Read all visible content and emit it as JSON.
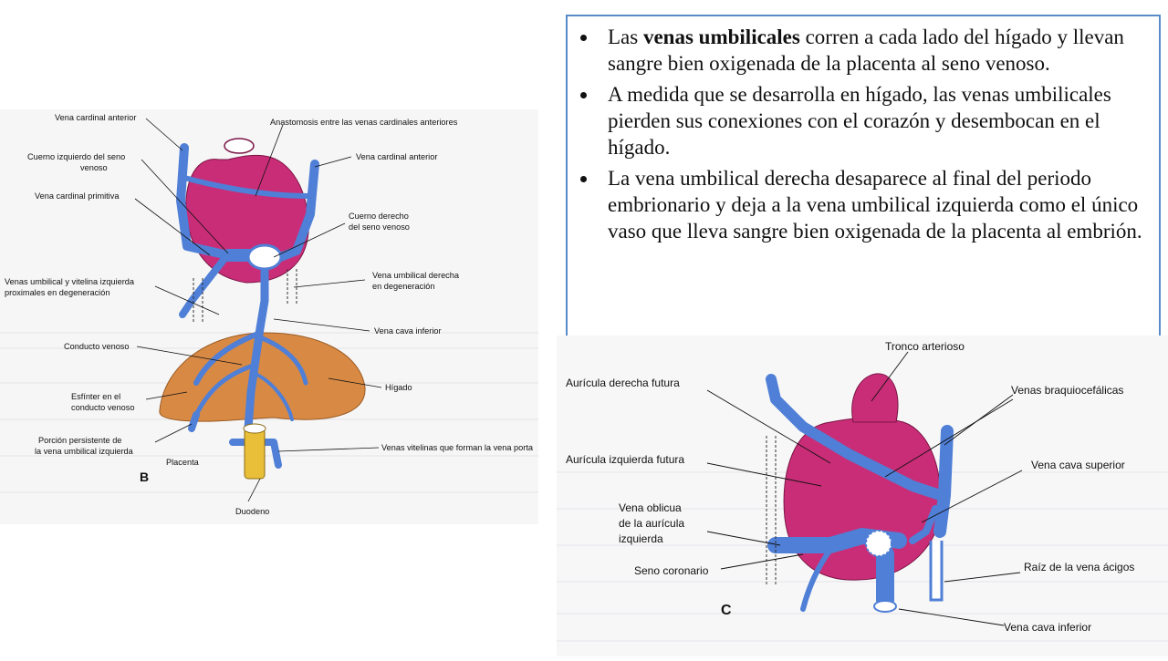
{
  "bullets": [
    {
      "before": "Las ",
      "bold": "venas umbilicales",
      "after": " corren a cada lado del hígado y llevan sangre bien oxigenada de la placenta al seno venoso."
    },
    {
      "before": "A medida que se desarrolla en hígado, las venas umbilicales pierden sus conexiones con el corazón y desembocan en el hígado.",
      "bold": "",
      "after": ""
    },
    {
      "before": "La vena umbilical derecha desaparece al final del periodo embrionario y deja a la vena umbilical izquierda como el único vaso que lleva sangre bien oxigenada de la placenta al embrión.",
      "bold": "",
      "after": ""
    }
  ],
  "figure_b": {
    "panel_letter": "B",
    "labels": {
      "vena_cardinal_anterior_left": "Vena cardinal anterior",
      "anastomosis": "Anastomosis entre las venas cardinales anteriores",
      "cuerno_izquierdo_1": "Cuerno izquierdo del seno",
      "cuerno_izquierdo_2": "venoso",
      "vena_cardinal_anterior_right": "Vena cardinal anterior",
      "vena_cardinal_primitiva": "Vena cardinal primitiva",
      "cuerno_derecho_1": "Cuerno derecho",
      "cuerno_derecho_2": "del seno venoso",
      "venas_umbilical_vitelina_1": "Venas umbilical y vitelina izquierda",
      "venas_umbilical_vitelina_2": "proximales en degeneración",
      "vena_umbilical_derecha_1": "Vena umbilical derecha",
      "vena_umbilical_derecha_2": "en degeneración",
      "vena_cava_inferior": "Vena cava inferior",
      "conducto_venoso": "Conducto venoso",
      "higado": "Hígado",
      "esfinter_1": "Esfínter en el",
      "esfinter_2": "conducto venoso",
      "porcion_1": "Porción persistente de",
      "porcion_2": "la vena umbilical izquierda",
      "venas_vitelinas": "Venas vitelinas que forman la vena porta",
      "placenta": "Placenta",
      "duodeno": "Duodeno"
    }
  },
  "figure_c": {
    "panel_letter": "C",
    "labels": {
      "tronco_arterioso": "Tronco arterioso",
      "auricula_derecha": "Aurícula derecha futura",
      "venas_braquiocefalicas": "Venas braquiocefálicas",
      "auricula_izquierda": "Aurícula izquierda futura",
      "vena_cava_superior": "Vena cava superior",
      "vena_oblicua_1": "Vena oblicua",
      "vena_oblicua_2": "de la aurícula",
      "vena_oblicua_3": "izquierda",
      "seno_coronario": "Seno coronario",
      "raiz_acigos": "Raíz de la vena ácigos",
      "vena_cava_inferior": "Vena cava inferior"
    }
  },
  "colors": {
    "heart": "#c92d77",
    "vein": "#4f7fd6",
    "liver": "#d88a45",
    "duodenum": "#e9bf3a",
    "border": "#5b8ac9"
  }
}
